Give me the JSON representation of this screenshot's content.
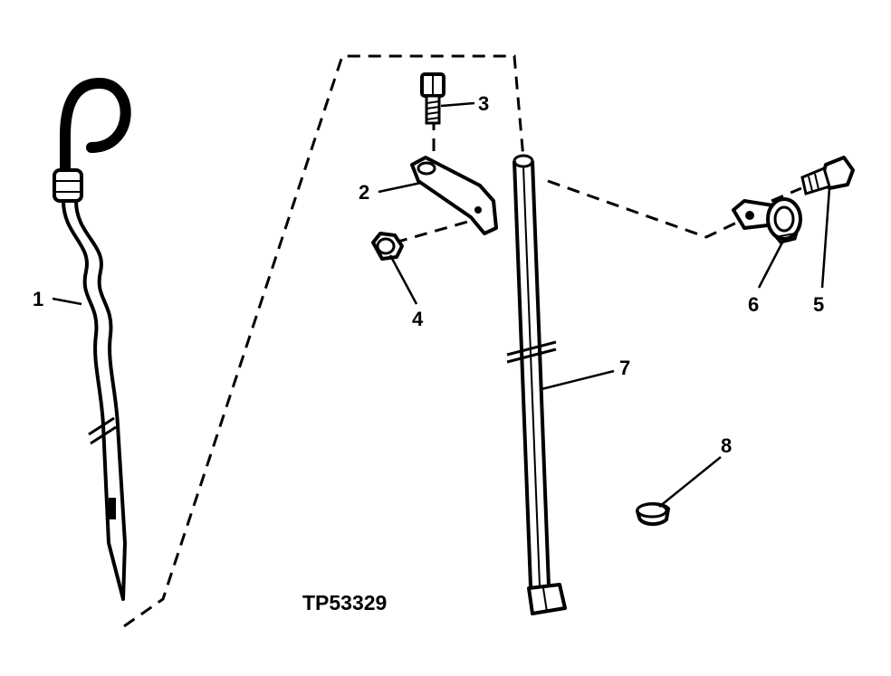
{
  "figure_id": "TP53329",
  "callouts": {
    "c1": "1",
    "c2": "2",
    "c3": "3",
    "c4": "4",
    "c5": "5",
    "c6": "6",
    "c7": "7",
    "c8": "8"
  },
  "parts": [
    {
      "callout": "1",
      "icon": "dipstick-icon"
    },
    {
      "callout": "2",
      "icon": "bracket-icon"
    },
    {
      "callout": "3",
      "icon": "cap-screw-icon"
    },
    {
      "callout": "4",
      "icon": "hex-nut-icon"
    },
    {
      "callout": "5",
      "icon": "cap-screw-icon"
    },
    {
      "callout": "6",
      "icon": "clamp-icon"
    },
    {
      "callout": "7",
      "icon": "dipstick-tube-icon"
    },
    {
      "callout": "8",
      "icon": "plug-icon"
    }
  ],
  "colors": {
    "ink": "#000000",
    "background": "#ffffff"
  }
}
